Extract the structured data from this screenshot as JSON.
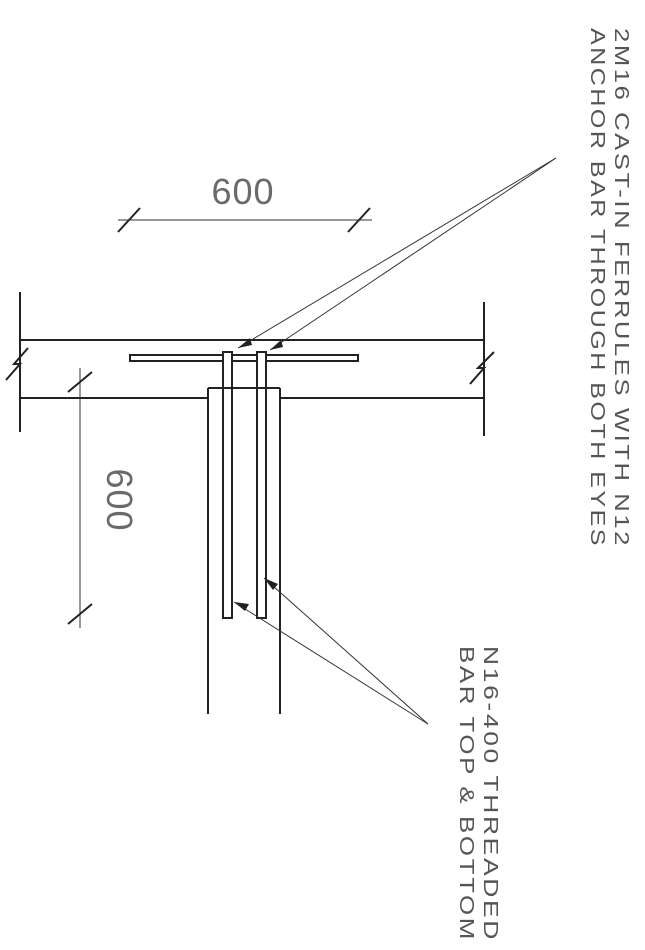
{
  "dimensions": {
    "horizontal": "600",
    "vertical": "600"
  },
  "notes": {
    "ferrules_line1": "2M16 CAST-IN FERRULES WITH N12",
    "ferrules_line2": "ANCHOR BAR THROUGH BOTH EYES",
    "threaded_line1": "N16-400 THREADED",
    "threaded_line2": "BAR TOP & BOTTOM"
  }
}
